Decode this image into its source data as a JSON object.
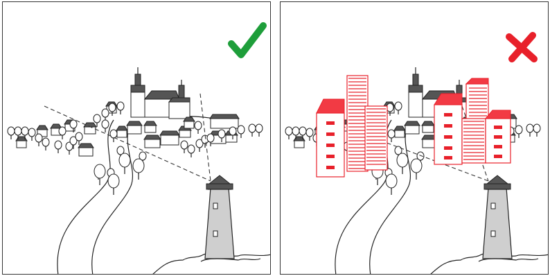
{
  "panels": [
    {
      "id": "left",
      "verdict": "correct",
      "mark_icon": "checkmark-icon",
      "mark_color": "#1e9e3a"
    },
    {
      "id": "right",
      "verdict": "incorrect",
      "mark_icon": "cross-icon",
      "mark_color": "#e8202a"
    }
  ],
  "colors": {
    "line": "#222222",
    "roof": "#555555",
    "building_outline": "#e8202a",
    "building_fill_accent": "#f23a44",
    "lighthouse_body": "#cfcfcf"
  }
}
